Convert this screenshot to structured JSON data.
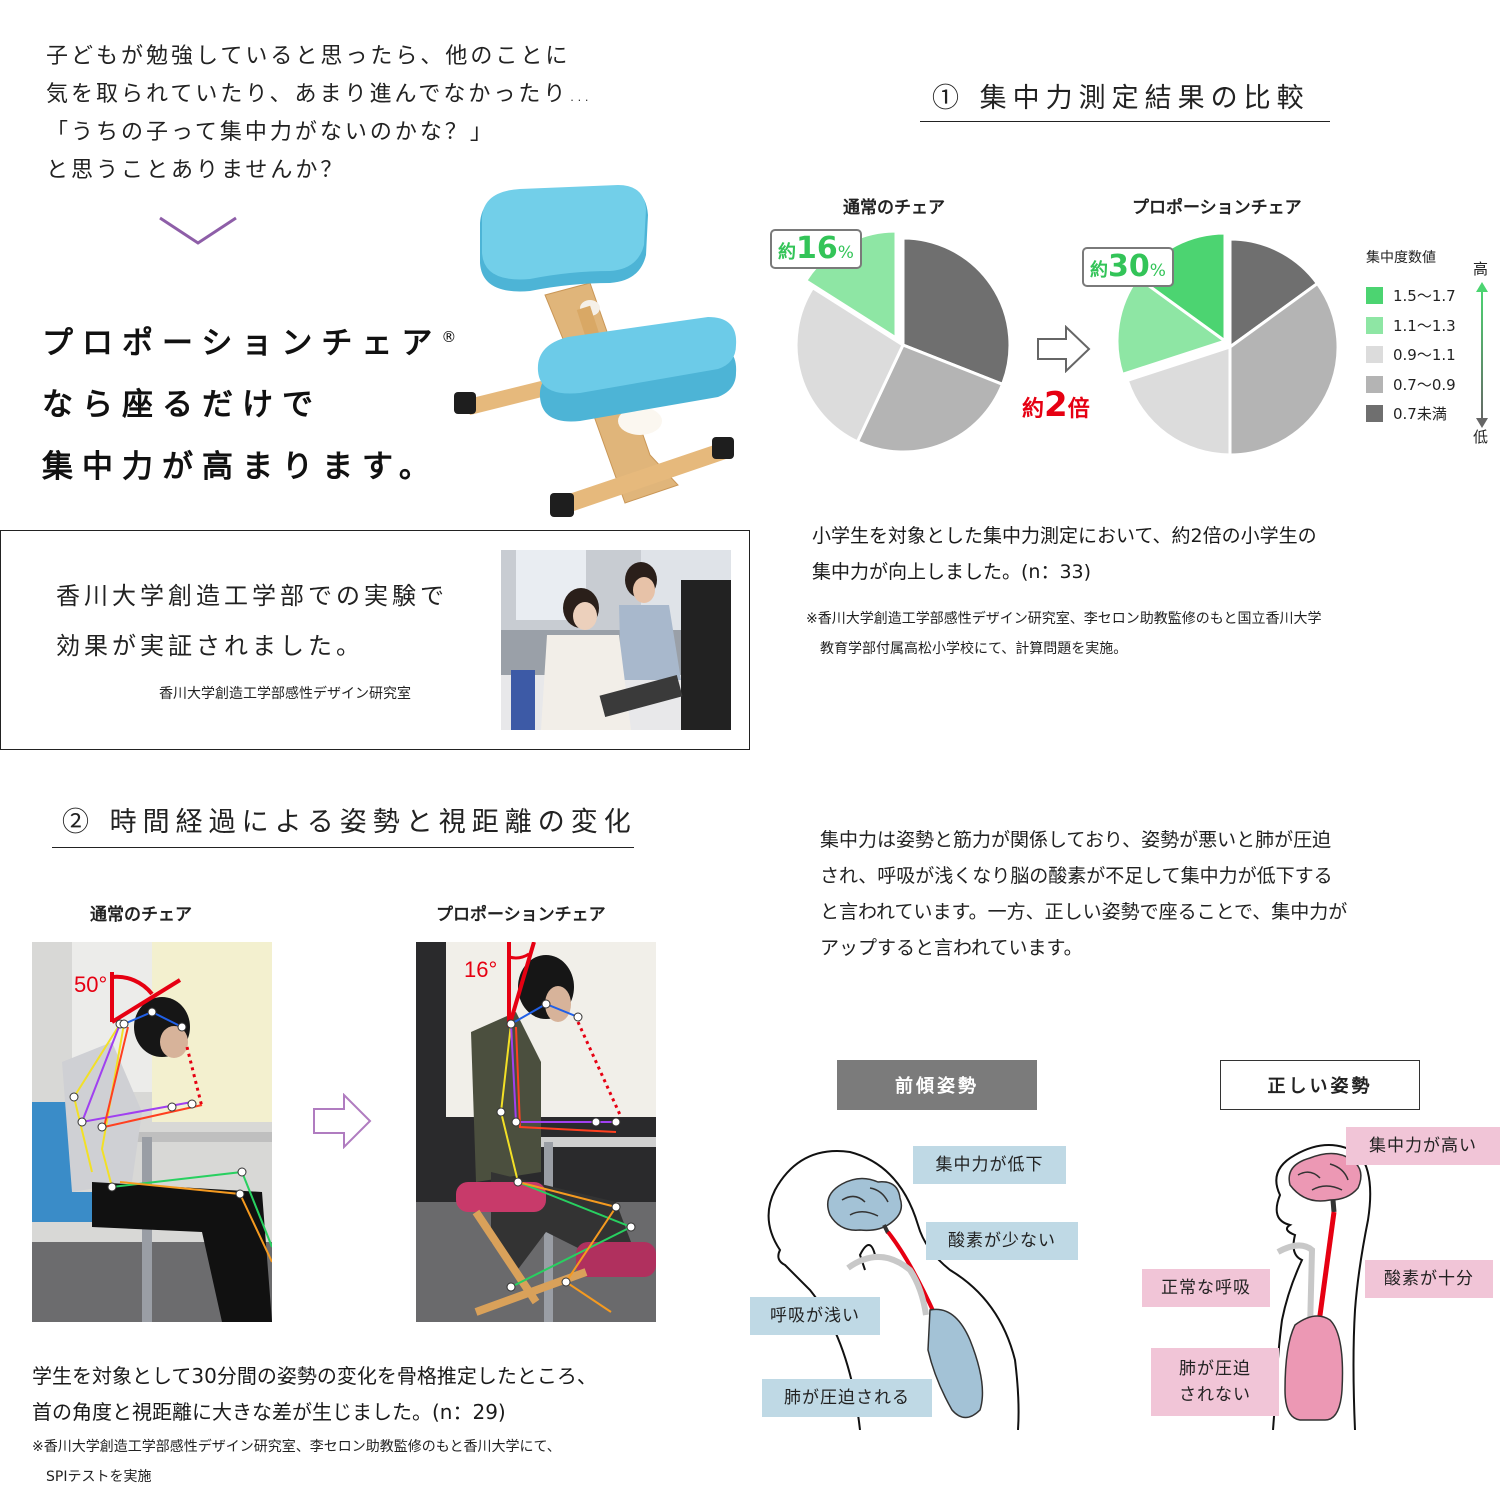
{
  "intro": {
    "lines": [
      "子どもが勉強していると思ったら、他のことに",
      "気を取られていたり、あまり進んでなかったり…",
      "「うちの子って集中力がないのかな？」",
      "と思うことありませんか？"
    ]
  },
  "headline": {
    "lines": [
      "プロポーションチェア",
      "なら座るだけで",
      "集中力が高まります。"
    ],
    "registered_mark": "®"
  },
  "colors": {
    "accent_purple": "#8e5ea8",
    "highlight_red": "#e60012",
    "green_dark": "#4cd471",
    "green_light": "#8ee6a4",
    "gray_light": "#dcdcdc",
    "gray_mid": "#b4b4b4",
    "gray_dark": "#6f6f6f",
    "callout_blue": "#bfd9e5",
    "callout_pink": "#f1c5d7"
  },
  "kagawa_box": {
    "lines": [
      "香川大学創造工学部での実験で",
      "効果が実証されました。"
    ],
    "credit": "香川大学創造工学部感性デザイン研究室"
  },
  "section1": {
    "title": "① 集中力測定結果の比較",
    "left_label": "通常のチェア",
    "right_label": "プロポーションチェア",
    "left_pct": {
      "prefix": "約",
      "value": "16",
      "suffix": "%"
    },
    "right_pct": {
      "prefix": "約",
      "value": "30",
      "suffix": "%"
    },
    "ratio": {
      "prefix": "約",
      "value": "2",
      "suffix": "倍"
    },
    "legend": {
      "title": "集中度数値",
      "high": "高",
      "low": "低",
      "items": [
        {
          "label": "1.5〜1.7",
          "color": "#4cd471"
        },
        {
          "label": "1.1〜1.3",
          "color": "#8ee6a4"
        },
        {
          "label": "0.9〜1.1",
          "color": "#dcdcdc"
        },
        {
          "label": "0.7〜0.9",
          "color": "#b4b4b4"
        },
        {
          "label": "0.7未満",
          "color": "#6f6f6f"
        }
      ]
    },
    "body": [
      "小学生を対象とした集中力測定において、約2倍の小学生の",
      "集中力が向上しました。(n：33)"
    ],
    "note": [
      "※香川大学創造工学部感性デザイン研究室、李セロン助教監修のもと国立香川大学",
      "　教育学部付属高松小学校にて、計算問題を実施。"
    ]
  },
  "chart_data": {
    "type": "pie",
    "title": "① 集中力測定結果の比較",
    "legend_title": "集中度数値",
    "categories": [
      "1.5〜1.7",
      "1.1〜1.3",
      "0.9〜1.1",
      "0.7〜0.9",
      "0.7未満"
    ],
    "series": [
      {
        "name": "通常のチェア",
        "values": [
          0,
          16,
          27,
          26,
          31
        ],
        "annotation": "約16%"
      },
      {
        "name": "プロポーションチェア",
        "values": [
          15,
          15,
          20,
          35,
          15
        ],
        "annotation": "約30%"
      }
    ],
    "annotations": [
      "約2倍"
    ],
    "legend_position": "right",
    "n": 33
  },
  "section2": {
    "title": "② 時間経過による姿勢と視距離の変化",
    "left_label": "通常のチェア",
    "right_label": "プロポーションチェア",
    "left_angle": "50°",
    "right_angle": "16°",
    "body": [
      "学生を対象として30分間の姿勢の変化を骨格推定したところ、",
      "首の角度と視距離に大きな差が生じました。(n：29)"
    ],
    "note": [
      "※香川大学創造工学部感性デザイン研究室、李セロン助教監修のもと香川大学にて、",
      "　SPIテストを実施"
    ]
  },
  "explain": {
    "lines": [
      "集中力は姿勢と筋力が関係しており、姿勢が悪いと肺が圧迫",
      "され、呼吸が浅くなり脳の酸素が不足して集中力が低下する",
      "と言われています。一方、正しい姿勢で座ることで、集中力が",
      "アップすると言われています。"
    ]
  },
  "posture_bad": {
    "title": "前傾姿勢",
    "callouts": [
      "集中力が低下",
      "酸素が少ない",
      "呼吸が浅い",
      "肺が圧迫される"
    ]
  },
  "posture_good": {
    "title": "正しい姿勢",
    "callouts": [
      "集中力が高い",
      "酸素が十分",
      "正常な呼吸",
      "肺が圧迫",
      "されない"
    ]
  }
}
